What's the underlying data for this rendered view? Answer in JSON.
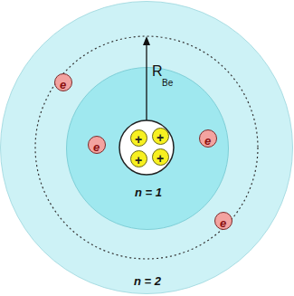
{
  "diagram": {
    "nodes": [
      {
        "text": [
          "n = 2"
        ]
      },
      {
        "text": [
          "n = 1"
        ],
        "in": 0
      },
      {
        "text": [
          "e"
        ],
        "in": 0
      },
      {
        "text": [
          "+"
        ],
        "in": 1
      },
      {
        "text": [
          "+"
        ],
        "in": 1
      },
      {
        "text": [
          "e"
        ],
        "in": 1
      },
      {
        "text": [
          "e"
        ],
        "in": 1
      },
      {
        "text": [
          "+"
        ],
        "in": 1
      },
      {
        "text": [
          "+"
        ],
        "in": 1
      },
      {
        "text": [
          "e"
        ],
        "in": 0
      }
    ],
    "labels": [
      "R",
      "Be"
    ]
  }
}
